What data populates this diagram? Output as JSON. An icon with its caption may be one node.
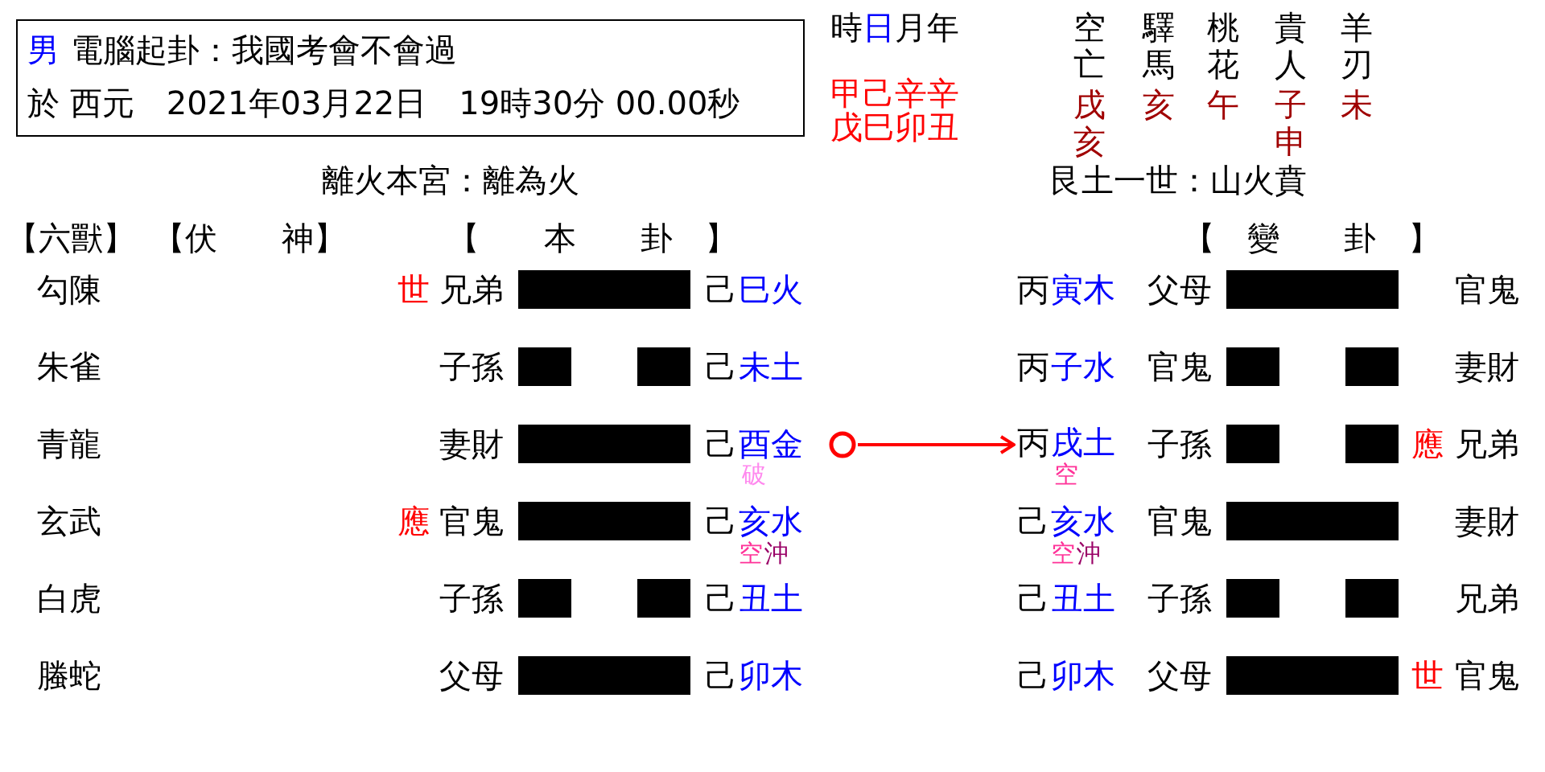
{
  "diagram": {
    "nodes": [
      {
        "text": [
          "男",
          "電腦起卦：我國考會不會過",
          "於 西元　2021年03月22日　19時30分 00.00秒"
        ]
      },
      {
        "text": [],
        "shape": "circle"
      },
      {
        "text": [
          "丙",
          "戌土"
        ],
        "beside": [
          "空"
        ]
      }
    ],
    "edges": [
      {
        "from": 1,
        "to": 2,
        "arrow": "to",
        "color": "#ff0000"
      }
    ],
    "labels": [
      "時",
      "日",
      "月年",
      "空亡",
      "驛馬",
      "桃花",
      "貴人",
      "羊刃",
      "甲己辛辛",
      "戌",
      "亥",
      "午",
      "子",
      "未",
      "戊巳卯丑",
      "亥",
      "申",
      "離火本宮：離為火",
      "艮土一世：山火賁",
      "【六獸】",
      "【伏　　神】",
      "【　　本　　卦　】",
      "【　變　　卦　】",
      "勾陳",
      "世",
      "兄弟",
      "己",
      "巳火",
      "丙",
      "寅木",
      "父母",
      "官鬼",
      "朱雀",
      "子孫",
      "己",
      "未土",
      "丙",
      "子水",
      "官鬼",
      "妻財",
      "青龍",
      "妻財",
      "己",
      "酉金",
      "子孫",
      "應",
      "兄弟",
      "破",
      "玄武",
      "應",
      "官鬼",
      "己",
      "亥水",
      "己",
      "亥水",
      "官鬼",
      "妻財",
      "空",
      "沖",
      "空",
      "沖",
      "白虎",
      "子孫",
      "己",
      "丑土",
      "己",
      "丑土",
      "子孫",
      "兄弟",
      "螣蛇",
      "父母",
      "己",
      "卯木",
      "己",
      "卯木",
      "父母",
      "世",
      "官鬼"
    ]
  }
}
